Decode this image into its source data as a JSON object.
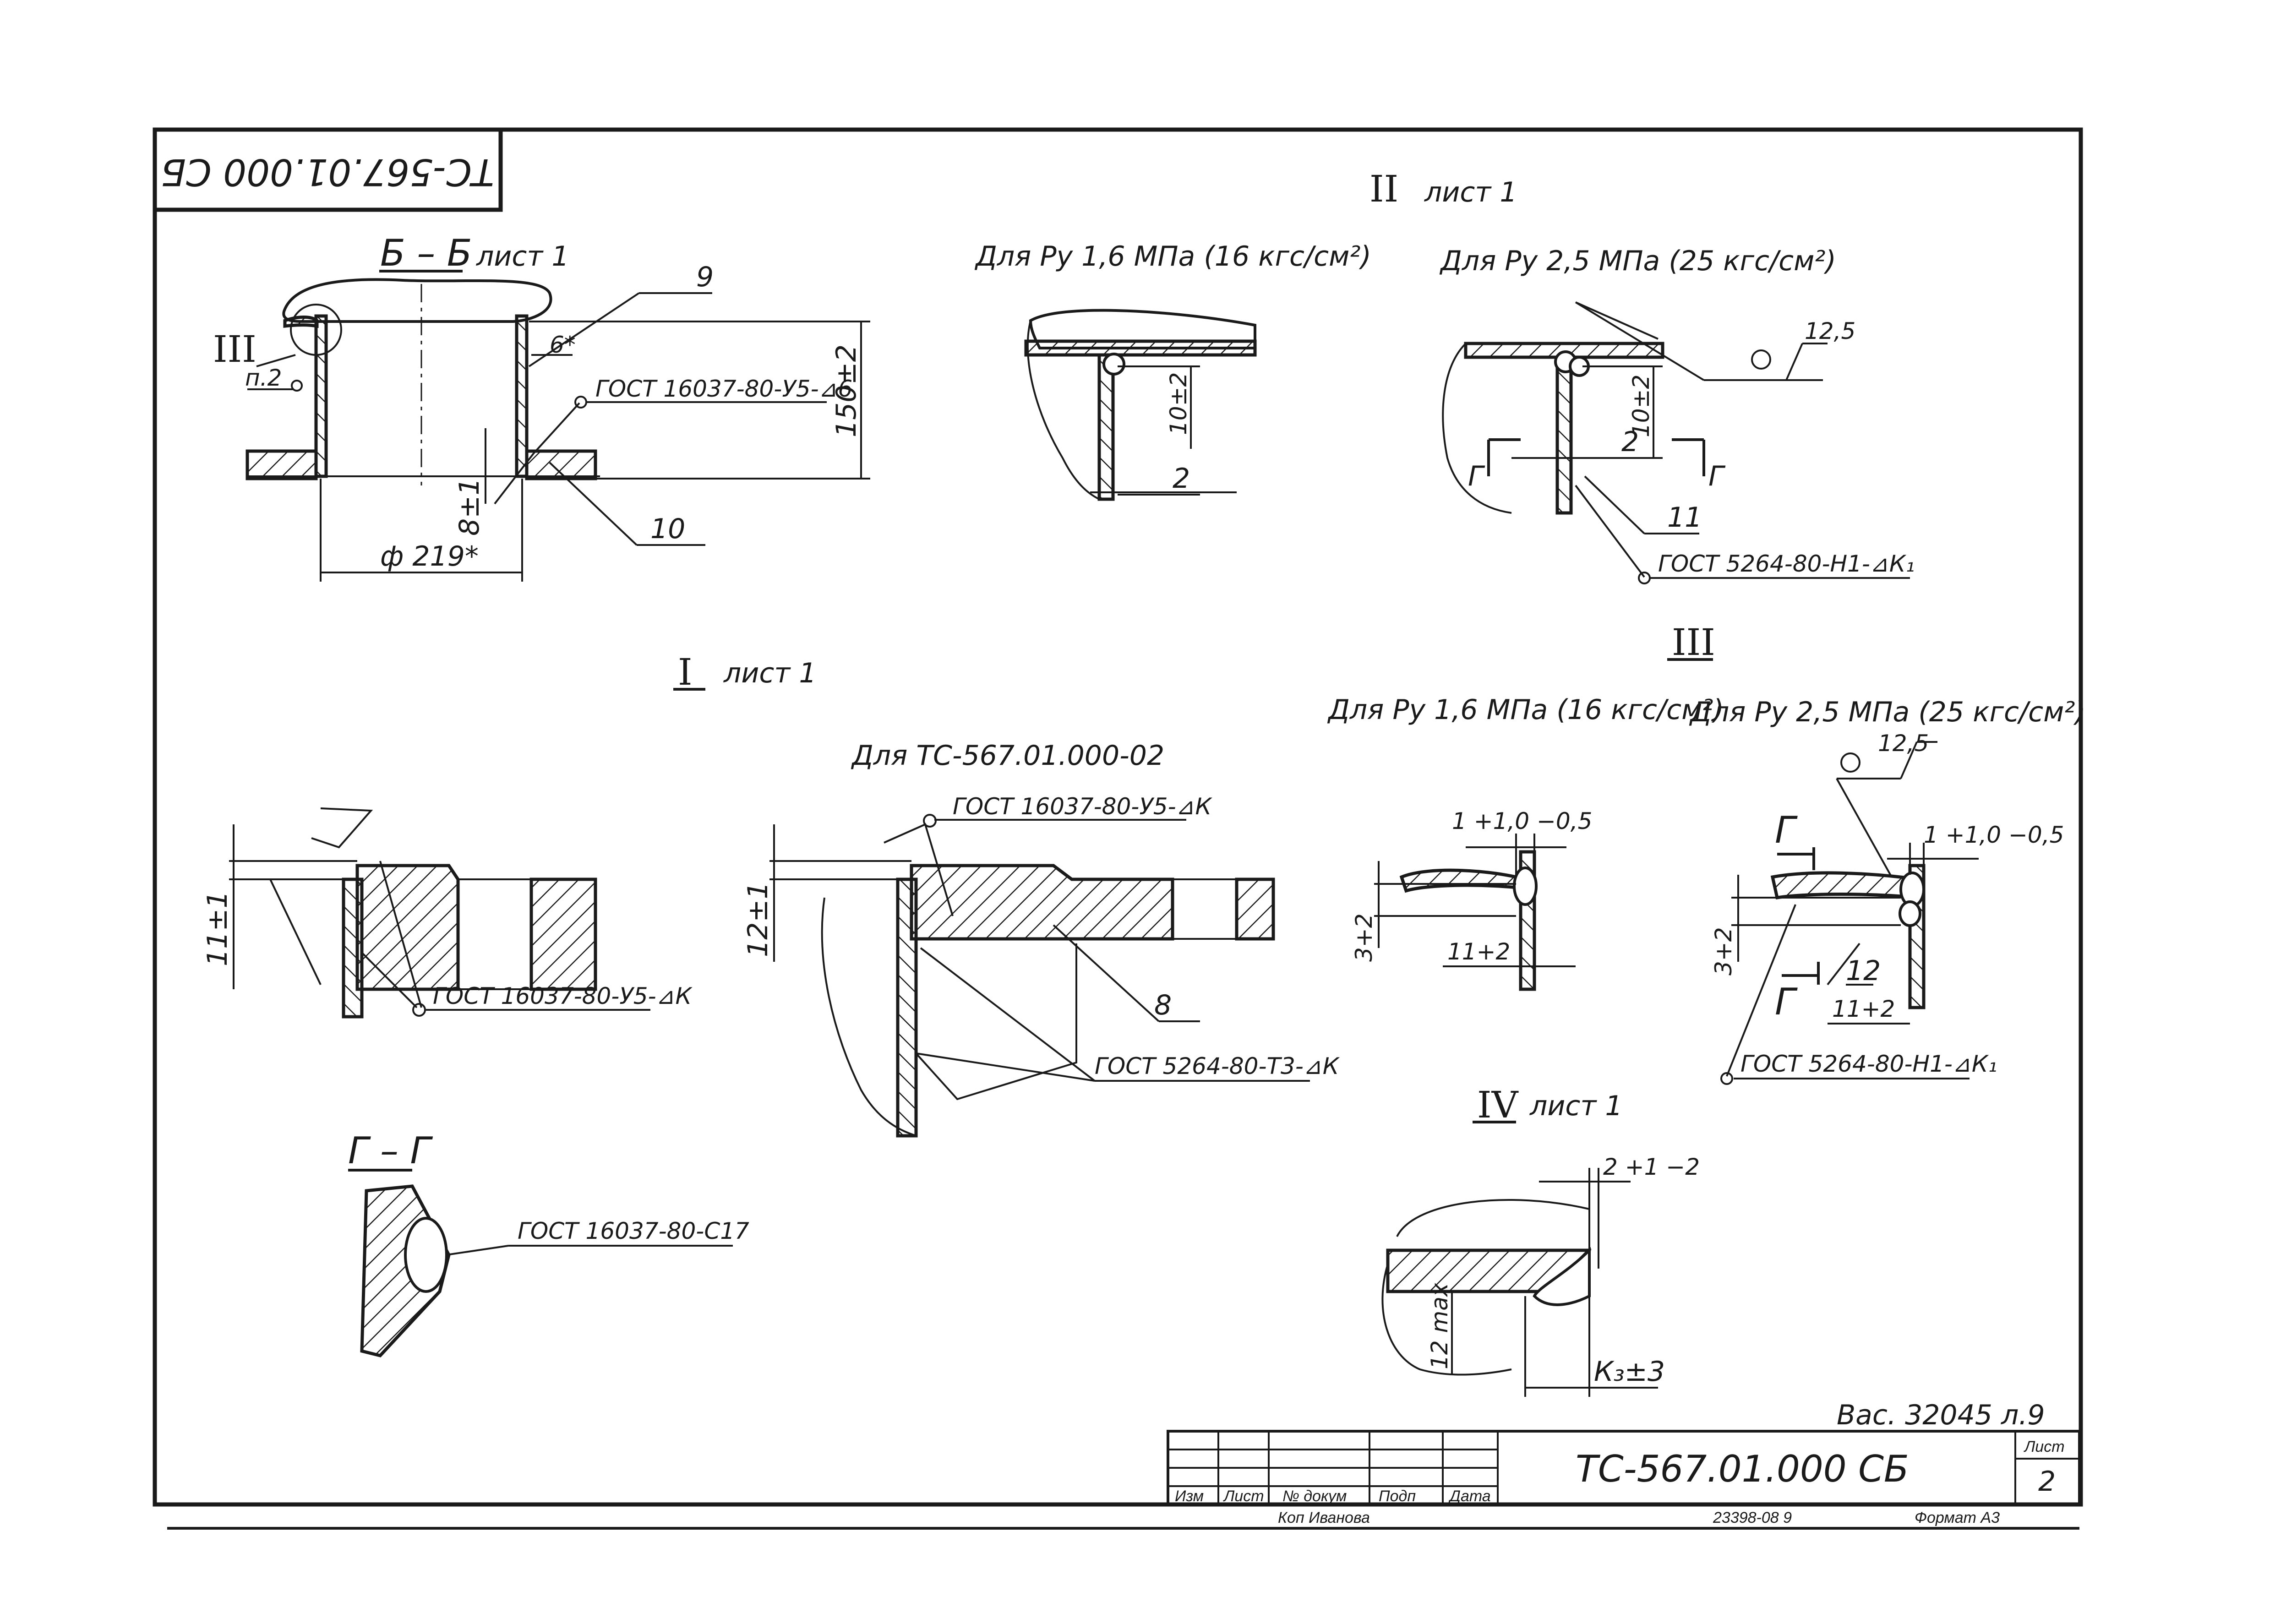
{
  "drawing_number": "ТС-567.01.000 СБ",
  "drawing_number_stamp": "ТС-567.01.000 СБ",
  "section_bb": {
    "title": "Б – Б",
    "sheet_ref": "лист 1",
    "callout_9": "9",
    "callout_10": "10",
    "callout_III": "III",
    "note_p2": "п.2",
    "dim_height": "150±2",
    "dim_small": "6*",
    "dim_8": "8±1",
    "dim_diameter": "ф 219*",
    "weld_label": "ГОСТ 16037-80-У5-⊿6"
  },
  "view_II": {
    "title": "II",
    "sheet_ref": "лист 1",
    "caption_left": "Для Ру 1,6 МПа (16 кгс/см²)",
    "caption_right": "Для Ру 2,5 МПа (25 кгс/см²)",
    "dim_10": "10±2",
    "dim_2": "2",
    "dim_10b": "10±2",
    "dim_2b": "2",
    "section_mark": "Г",
    "callout_11": "11",
    "roughness": "12,5",
    "weld_label": "ГОСТ 5264-80-Н1-⊿К₁"
  },
  "view_I": {
    "title": "I",
    "sheet_ref": "лист 1",
    "dim_11": "11±1",
    "weld_label": "ГОСТ 16037-80-У5-⊿К"
  },
  "view_tc02": {
    "caption": "Для ТС-567.01.000-02",
    "dim_12": "12±1",
    "weld_top": "ГОСТ 16037-80-У5-⊿К",
    "callout_8": "8",
    "weld_bottom": "ГОСТ 5264-80-Т3-⊿К"
  },
  "view_III": {
    "title": "III",
    "caption_left": "Для Ру 1,6 МПа (16 кгс/см²)",
    "caption_right": "Для Ру 2,5 МПа (25 кгс/см²)",
    "dim_top": "1 +1,0 −0,5",
    "dim_3": "3+2",
    "dim_11": "11+2",
    "dim_top_b": "1 +1,0 −0,5",
    "dim_3b": "3+2",
    "dim_11b": "11+2",
    "callout_12": "12",
    "section_mark": "Г",
    "roughness": "12,5",
    "weld_label": "ГОСТ 5264-80-Н1-⊿К₁"
  },
  "view_GG": {
    "title": "Г – Г",
    "weld_label": "ГОСТ 16037-80-С17"
  },
  "view_IV": {
    "title": "IV",
    "sheet_ref": "лист 1",
    "dim_top": "2 +1 −2",
    "dim_12max": "12 max",
    "dim_k3": "К₃±3"
  },
  "title_block": {
    "archive_note": "Вас. 32045 л.9",
    "designation": "ТС-567.01.000 СБ",
    "sheet_label": "Лист",
    "sheet_number": "2",
    "col_izm": "Изм",
    "col_list": "Лист",
    "col_doc": "№ докум",
    "col_sign": "Подп",
    "col_date": "Дата",
    "copied": "Коп Иванова",
    "inv_number": "23398-08  9",
    "format": "Формат А3"
  }
}
